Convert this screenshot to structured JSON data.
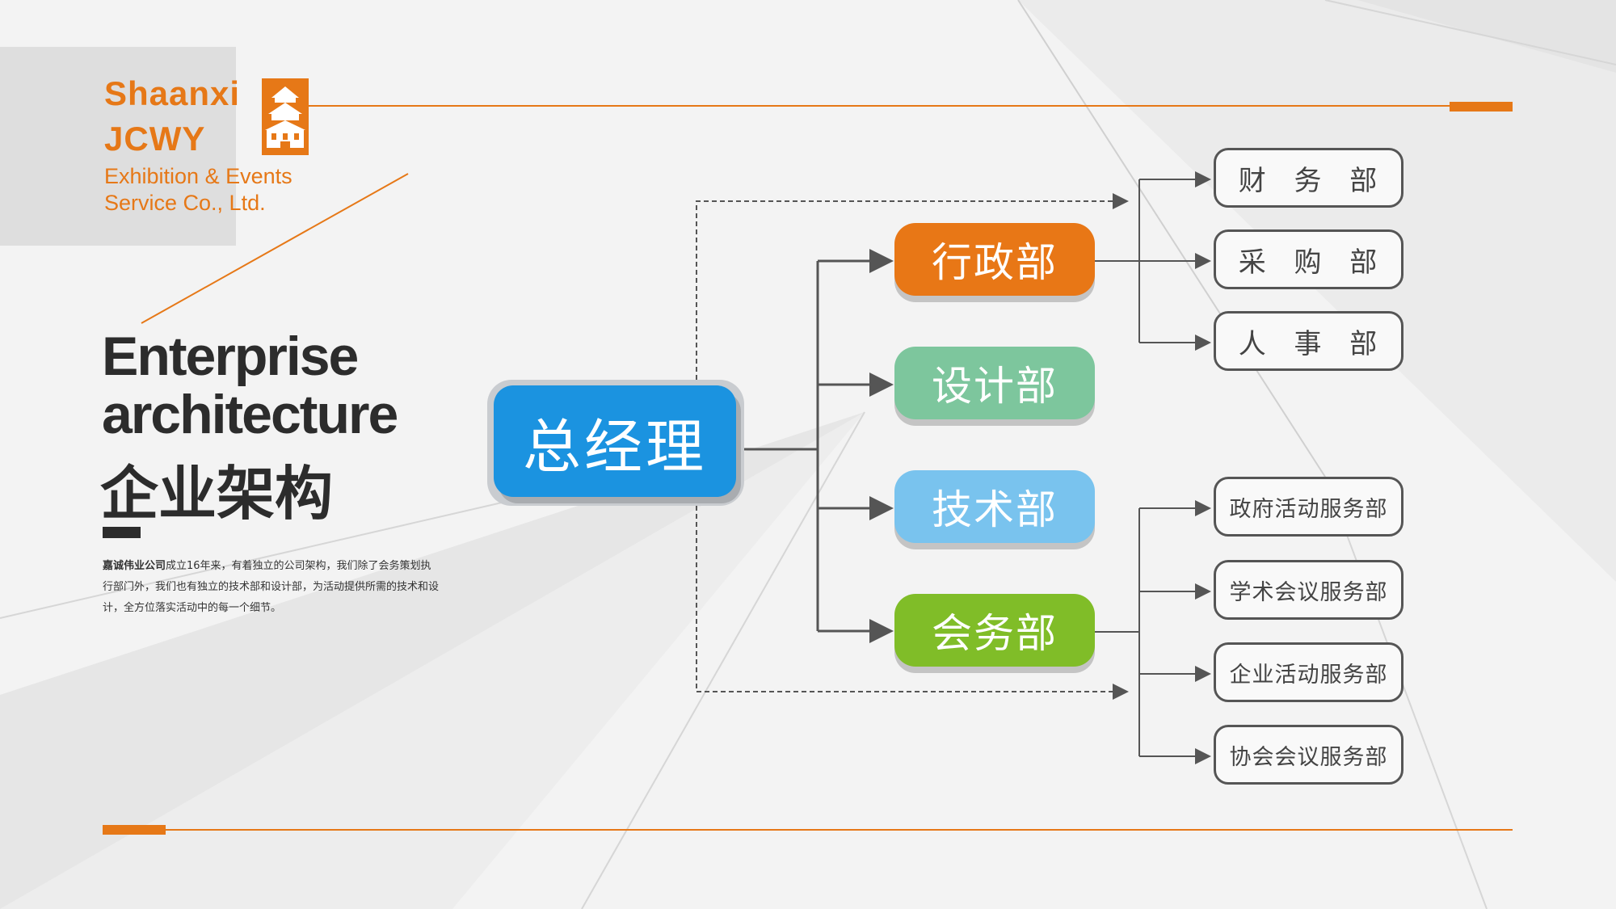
{
  "logo": {
    "line1": "Shaanxi",
    "line2": "JCWY",
    "line3": "Exhibition & Events",
    "line4": "Service Co., Ltd.",
    "icon": "tower-icon"
  },
  "heading": {
    "en_line1": "Enterprise",
    "en_line2": "architecture",
    "cn": "企业架构"
  },
  "description": {
    "company": "嘉诚伟业公司",
    "text": "成立16年来，有着独立的公司架构，我们除了会务策划执行部门外，我们也有独立的技术部和设计部，为活动提供所需的技术和设计，全方位落实活动中的每一个细节。"
  },
  "org": {
    "root": "总经理",
    "departments": [
      "行政部",
      "设计部",
      "技术部",
      "会务部"
    ],
    "admin_subs": [
      "财 务 部",
      "采 购 部",
      "人 事 部"
    ],
    "meeting_subs": [
      "政府活动服务部",
      "学术会议服务部",
      "企业活动服务部",
      "协会会议服务部"
    ]
  },
  "colors": {
    "accent": "#e67817",
    "root": "#1b93e0",
    "admin": "#e87716",
    "design": "#7dc69d",
    "tech": "#79c3ee",
    "meeting": "#80bd28"
  }
}
